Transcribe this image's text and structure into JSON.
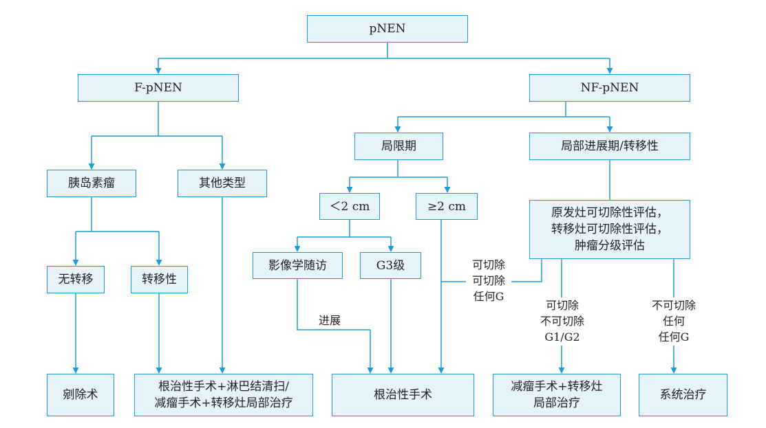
{
  "colors": {
    "line": "#1e9bd7",
    "box_fill": "#e6f3fa",
    "text": "#222222"
  },
  "nodes": {
    "root": "pNEN",
    "f_pnen": "F-pNEN",
    "nf_pnen": "NF-pNEN",
    "insulinoma": "胰岛素瘤",
    "other_types": "其他类型",
    "localized": "局限期",
    "advanced": "局部进展期/转移性",
    "lt2cm": "＜2 cm",
    "ge2cm": "≥2 cm",
    "assessment": "原发灶可切除性评估，\n转移灶可切除性评估，\n肿瘤分级评估",
    "no_metastasis": "无转移",
    "metastatic": "转移性",
    "imaging_followup": "影像学随访",
    "g3": "G3级",
    "enucleation": "剜除术",
    "radical_lymph": "根治性手术+淋巴结清扫/\n减瘤手术+转移灶局部治疗",
    "radical": "根治性手术",
    "debulking": "减瘤手术+转移灶\n局部治疗",
    "systemic": "系统治疗"
  },
  "edge_labels": {
    "progression": "进展",
    "resectable_any": "可切除\n可切除\n任何G",
    "resectable_unresectable": "可切除\n不可切除\nG1/G2",
    "unresectable_any": "不可切除\n任何\n任何G"
  }
}
